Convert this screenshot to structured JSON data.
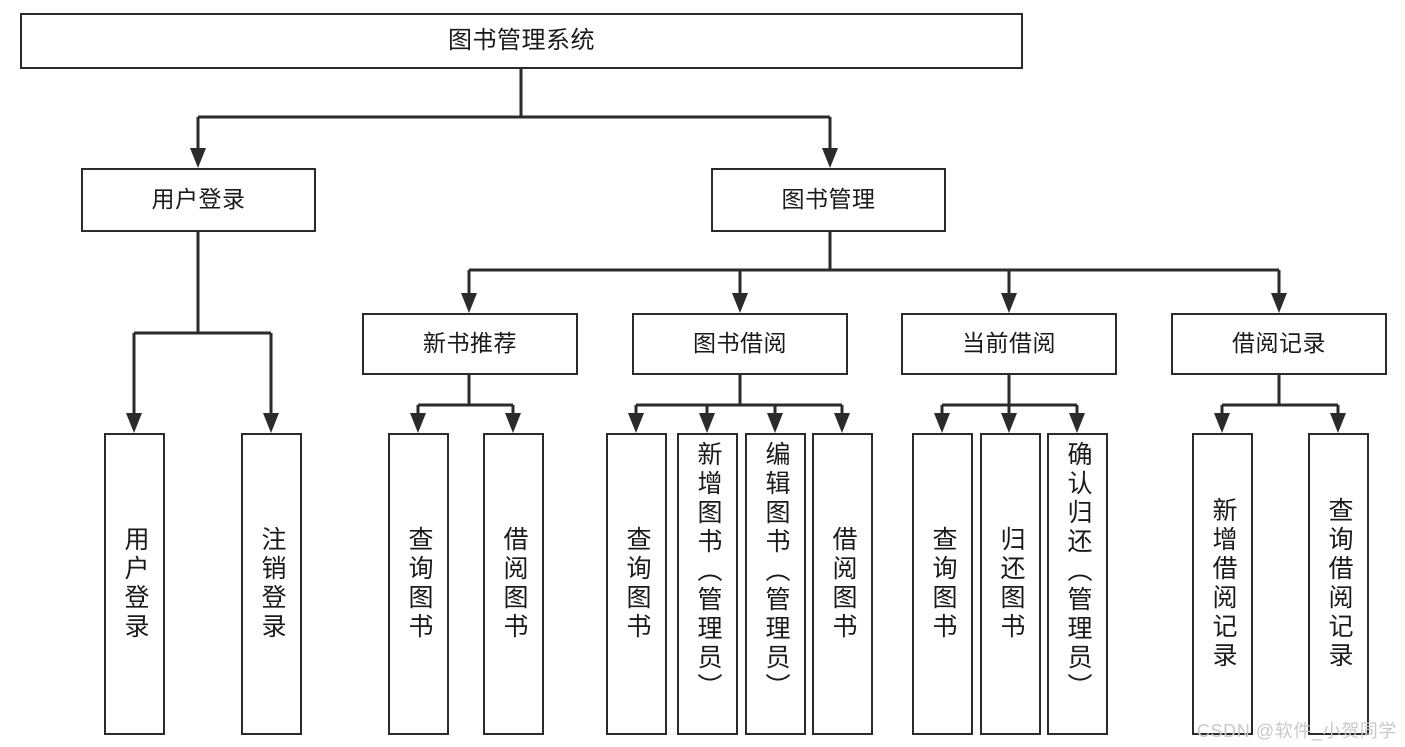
{
  "diagram": {
    "type": "tree",
    "title": "图书管理系统",
    "root": {
      "label": "图书管理系统"
    },
    "level2": [
      {
        "label": "用户登录"
      },
      {
        "label": "图书管理"
      }
    ],
    "level3": [
      {
        "label": "新书推荐"
      },
      {
        "label": "图书借阅"
      },
      {
        "label": "当前借阅"
      },
      {
        "label": "借阅记录"
      }
    ],
    "leaves": {
      "user_login": [
        {
          "label": "用户登录"
        },
        {
          "label": "注销登录"
        }
      ],
      "new_book_recommend": [
        {
          "label": "查询图书"
        },
        {
          "label": "借阅图书"
        }
      ],
      "book_borrow": [
        {
          "label": "查询图书"
        },
        {
          "label": "新增图书（管理员）"
        },
        {
          "label": "编辑图书（管理员）"
        },
        {
          "label": "借阅图书"
        }
      ],
      "current_borrow": [
        {
          "label": "查询图书"
        },
        {
          "label": "归还图书"
        },
        {
          "label": "确认归还（管理员）"
        }
      ],
      "borrow_record": [
        {
          "label": "新增借阅记录"
        },
        {
          "label": "查询借阅记录"
        }
      ]
    }
  },
  "watermark": {
    "text": "CSDN @软件_小贺同学"
  },
  "colors": {
    "stroke": "#2b2b2b",
    "fill": "#ffffff",
    "text": "#1a1a1a",
    "watermark": "#c9c9c9"
  }
}
